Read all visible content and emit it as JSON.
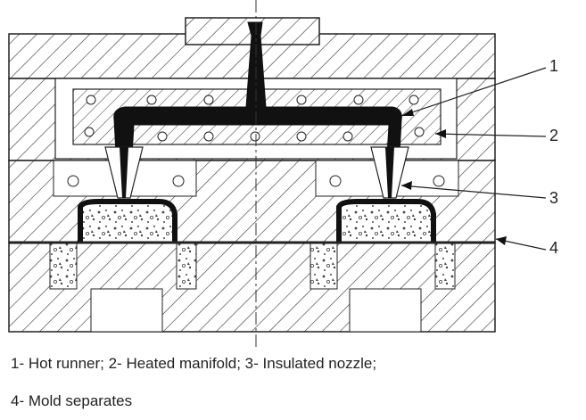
{
  "callouts": [
    {
      "id": "1",
      "label": "1"
    },
    {
      "id": "2",
      "label": "2"
    },
    {
      "id": "3",
      "label": "3"
    },
    {
      "id": "4",
      "label": "4"
    }
  ],
  "caption": {
    "line1": "1- Hot runner; 2- Heated manifold; 3- Insulated nozzle;",
    "line2": "4- Mold separates"
  }
}
